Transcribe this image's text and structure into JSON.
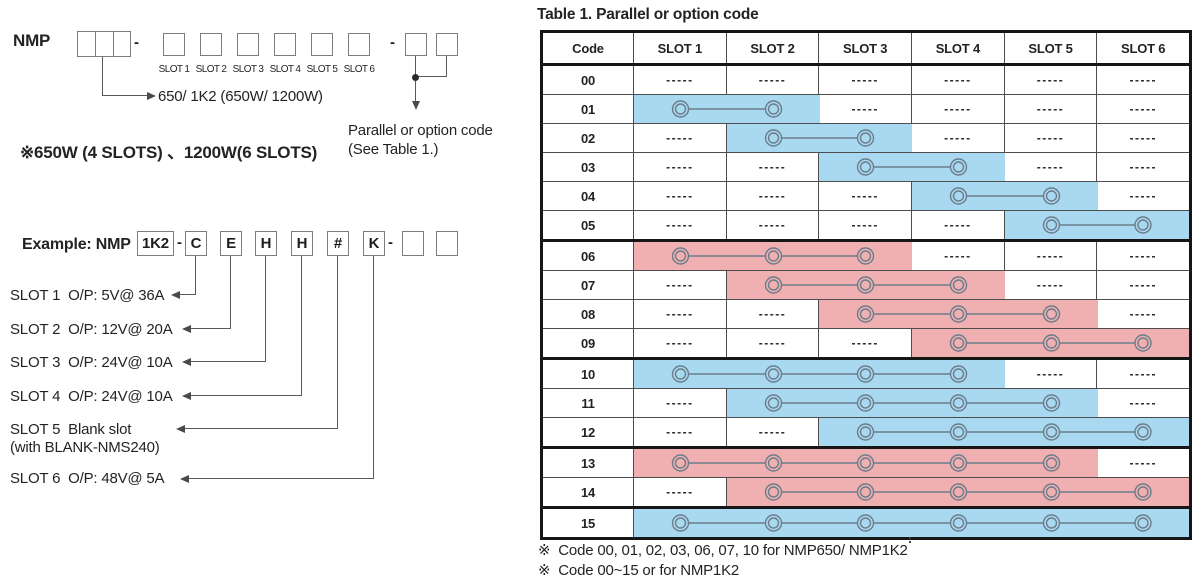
{
  "model_diagram": {
    "prefix": "NMP",
    "hyphen": "-",
    "slot_labels": [
      "SLOT 1",
      "SLOT 2",
      "SLOT 3",
      "SLOT 4",
      "SLOT 5",
      "SLOT 6"
    ],
    "power_label": "650/ 1K2 (650W/ 1200W)",
    "power_note": "※650W (4 SLOTS) 、1200W(6 SLOTS)",
    "parallel_note_line1": "Parallel or option code",
    "parallel_note_line2": "(See Table 1.)"
  },
  "example": {
    "label": "Example: NMP",
    "model": "1K2",
    "hyphen": "-",
    "codes": [
      "C",
      "E",
      "H",
      "H",
      "#",
      "K"
    ],
    "specs": [
      {
        "text": "SLOT 1  O/P: 5V@ 36A"
      },
      {
        "text": "SLOT 2  O/P: 12V@ 20A"
      },
      {
        "text": "SLOT 3  O/P: 24V@ 10A"
      },
      {
        "text": "SLOT 4  O/P: 24V@ 10A"
      },
      {
        "text": "SLOT 5  Blank slot",
        "text2": "(with BLANK-NMS240)"
      },
      {
        "text": "SLOT 6  O/P: 48V@ 5A"
      }
    ]
  },
  "table": {
    "title": "Table 1. Parallel or option code",
    "headers": [
      "Code",
      "SLOT 1",
      "SLOT 2",
      "SLOT 3",
      "SLOT 4",
      "SLOT 5",
      "SLOT 6"
    ],
    "empty_cell": "-----",
    "colors": {
      "blue": "#a9d8f1",
      "pink": "#f0b0b2"
    },
    "connector_stroke": "#6b7d89",
    "rows": [
      {
        "code": "00",
        "span": null,
        "color": null,
        "group_end": false
      },
      {
        "code": "01",
        "span": [
          1,
          2
        ],
        "color": "blue",
        "group_end": false
      },
      {
        "code": "02",
        "span": [
          2,
          3
        ],
        "color": "blue",
        "group_end": false
      },
      {
        "code": "03",
        "span": [
          3,
          4
        ],
        "color": "blue",
        "group_end": false
      },
      {
        "code": "04",
        "span": [
          4,
          5
        ],
        "color": "blue",
        "group_end": false
      },
      {
        "code": "05",
        "span": [
          5,
          6
        ],
        "color": "blue",
        "group_end": true
      },
      {
        "code": "06",
        "span": [
          1,
          3
        ],
        "color": "pink",
        "group_end": false
      },
      {
        "code": "07",
        "span": [
          2,
          4
        ],
        "color": "pink",
        "group_end": false
      },
      {
        "code": "08",
        "span": [
          3,
          5
        ],
        "color": "pink",
        "group_end": false
      },
      {
        "code": "09",
        "span": [
          4,
          6
        ],
        "color": "pink",
        "group_end": true
      },
      {
        "code": "10",
        "span": [
          1,
          4
        ],
        "color": "blue",
        "group_end": false
      },
      {
        "code": "11",
        "span": [
          2,
          5
        ],
        "color": "blue",
        "group_end": false
      },
      {
        "code": "12",
        "span": [
          3,
          6
        ],
        "color": "blue",
        "group_end": true
      },
      {
        "code": "13",
        "span": [
          1,
          5
        ],
        "color": "pink",
        "group_end": false
      },
      {
        "code": "14",
        "span": [
          2,
          6
        ],
        "color": "pink",
        "group_end": true
      },
      {
        "code": "15",
        "span": [
          1,
          6
        ],
        "color": "blue",
        "group_end": false
      }
    ]
  },
  "footnotes": [
    "※  Code 00, 01, 02, 03, 06, 07, 10 for NMP650/ NMP1K2",
    "※  Code 00~15 or for NMP1K2"
  ]
}
